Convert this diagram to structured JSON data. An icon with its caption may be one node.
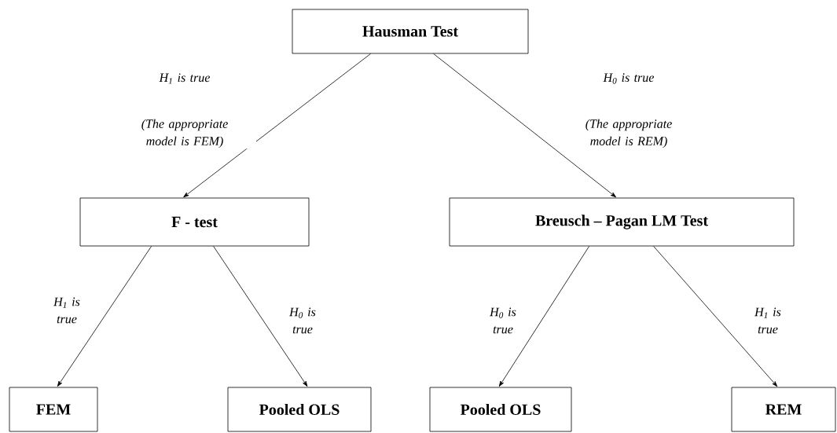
{
  "diagram": {
    "nodes": [
      {
        "text": [
          "Hausman Test"
        ]
      },
      {
        "text": [
          "F - test"
        ]
      },
      {
        "text": [
          "Breusch – Pagan LM Test"
        ]
      },
      {
        "text": [
          "FEM"
        ]
      },
      {
        "text": [
          "Pooled OLS"
        ]
      },
      {
        "text": [
          "Pooled OLS"
        ]
      },
      {
        "text": [
          "REM"
        ]
      }
    ],
    "edges": [
      {
        "from": 0,
        "to": 1,
        "arrow": "to",
        "label": "(The appropriate model is FEM)"
      },
      {
        "from": 0,
        "to": 2,
        "arrow": "to",
        "label": "(The appropriate model is REM)"
      },
      {
        "from": 1,
        "to": 3,
        "arrow": "to",
        "label": "H$_{1}$ is true"
      },
      {
        "from": 1,
        "to": 4,
        "arrow": "to",
        "label": "H$_{0}$ is true"
      },
      {
        "from": 2,
        "to": 5,
        "arrow": "to",
        "label": "H$_{0}$ is true"
      },
      {
        "from": 2,
        "to": 6,
        "arrow": "to",
        "label": "H$_{1}$ is true"
      }
    ],
    "labels": [
      "H$_{1}$ is true",
      "H$_{0}$ is true"
    ]
  }
}
